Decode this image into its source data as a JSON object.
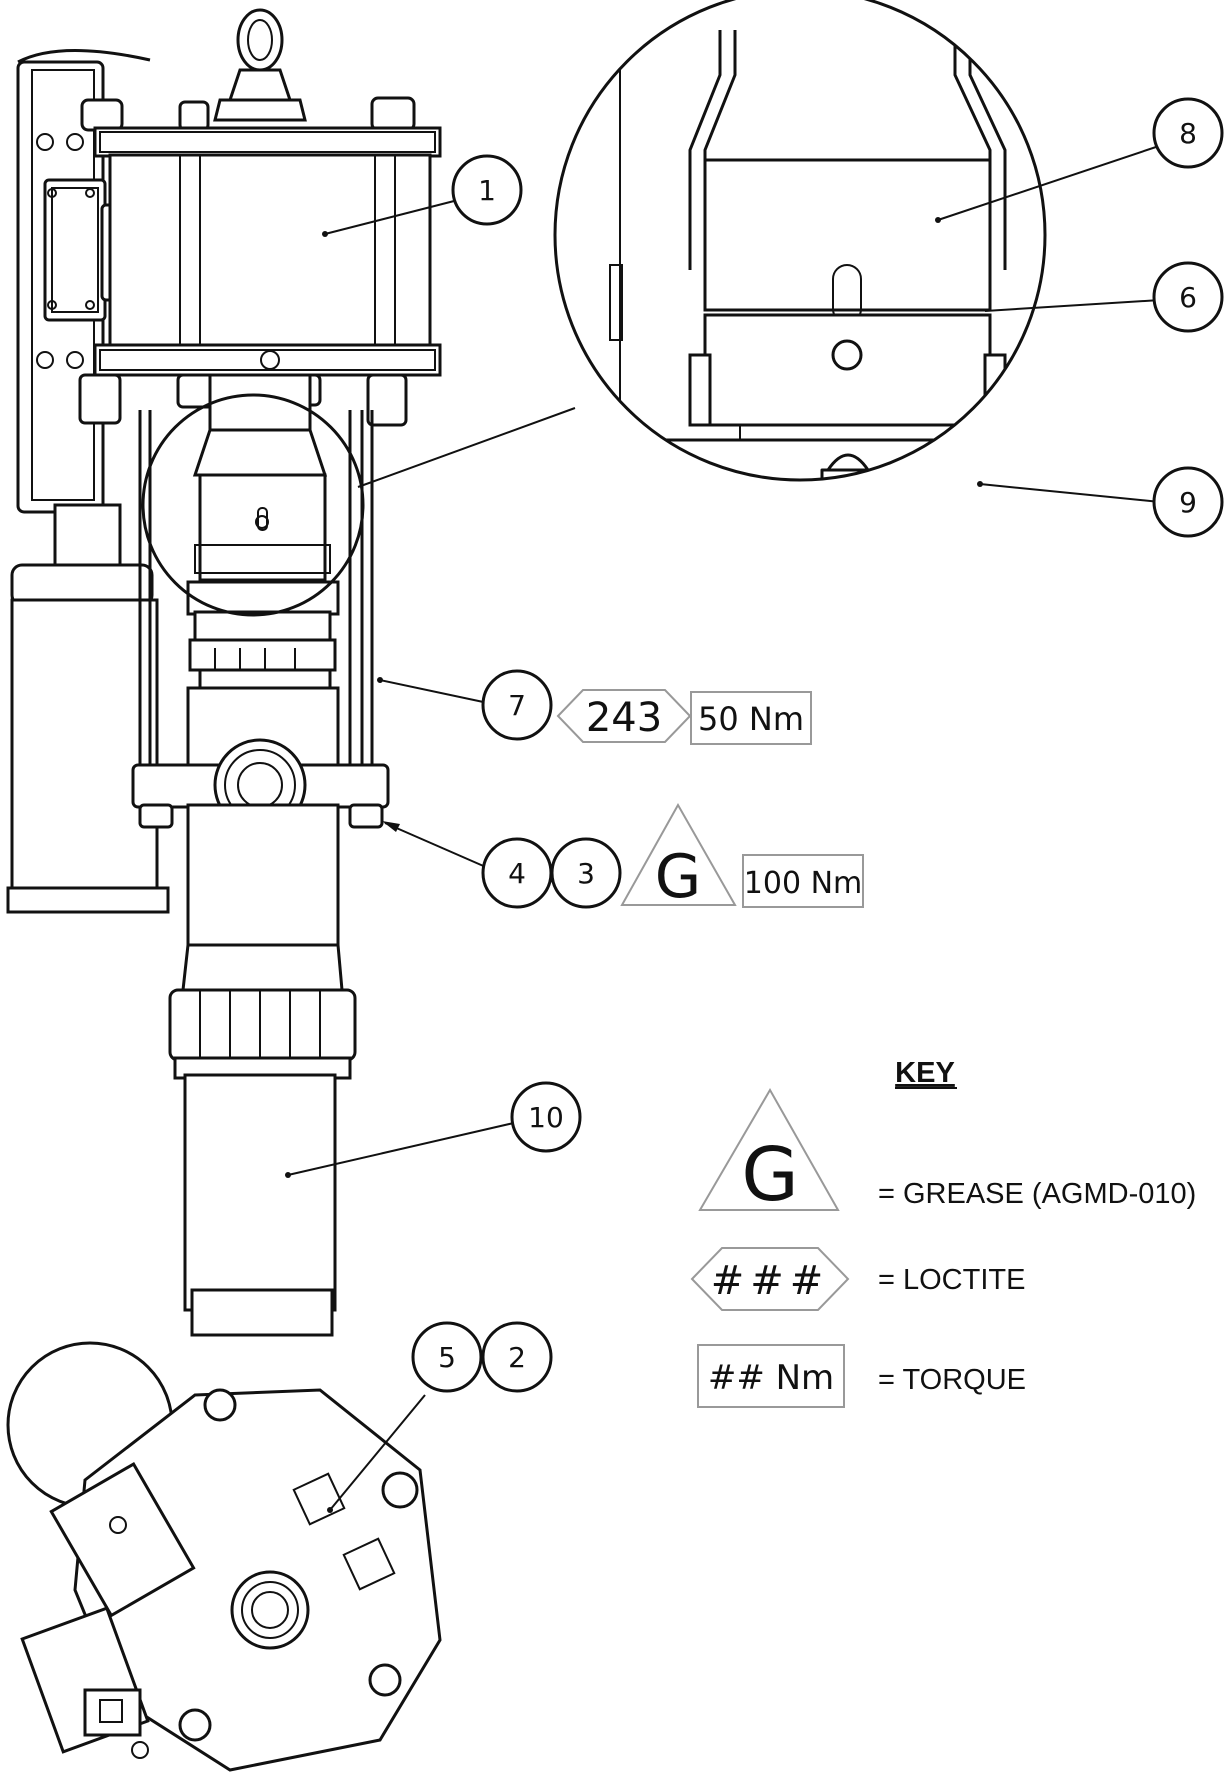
{
  "callouts": [
    {
      "label": "1"
    },
    {
      "label": "8"
    },
    {
      "label": "6"
    },
    {
      "label": "9"
    },
    {
      "label": "7"
    },
    {
      "label": "4"
    },
    {
      "label": "3"
    },
    {
      "label": "10"
    },
    {
      "label": "5"
    },
    {
      "label": "2"
    }
  ],
  "annotations": {
    "loctite_code": "243",
    "torque_7": "50 Nm",
    "grease_letter": "G",
    "torque_4": "100 Nm"
  },
  "key": {
    "title": "KEY",
    "grease_symbol": "G",
    "grease_label": "= GREASE (AGMD-010)",
    "loctite_symbol": "###",
    "loctite_label": "= LOCTITE",
    "torque_symbol": "## Nm",
    "torque_label": "= TORQUE"
  }
}
